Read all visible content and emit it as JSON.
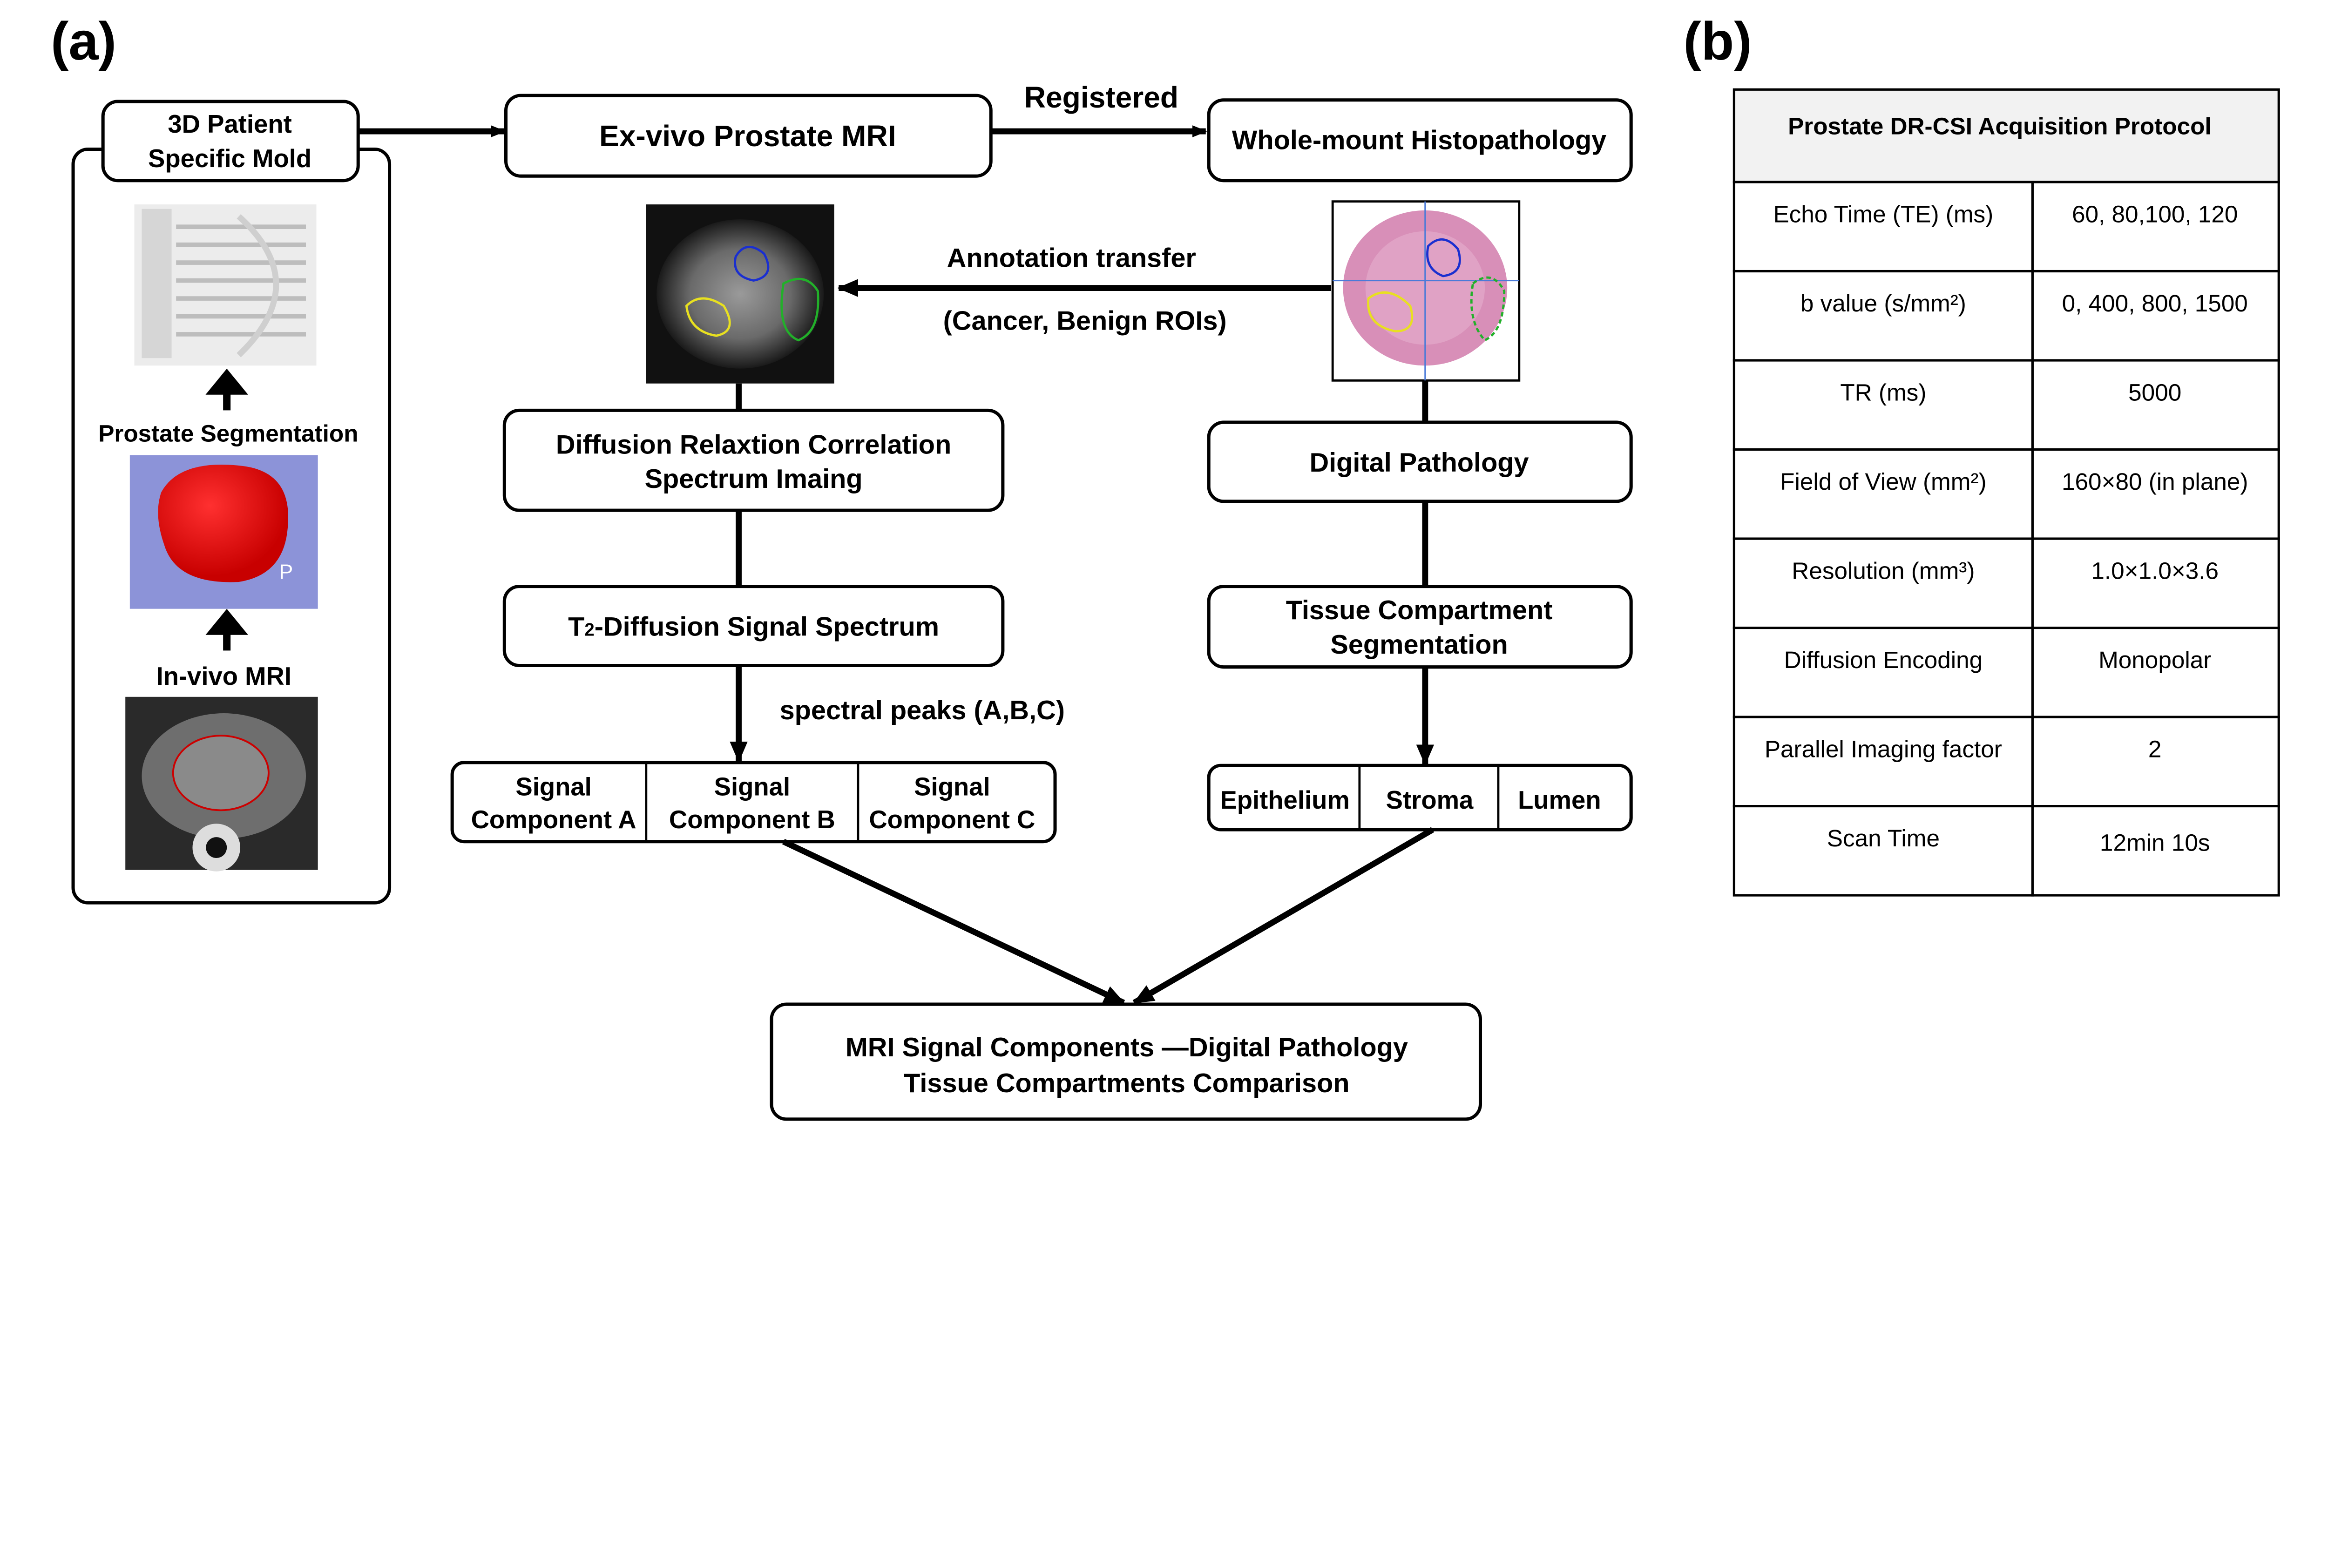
{
  "panel_a": {
    "label": "(a)",
    "mold": [
      "3D Patient",
      "Specific Mold"
    ],
    "prostate_segmentation": "Prostate Segmentation",
    "segmentation_marker": "P",
    "invivo_mri": "In-vivo MRI",
    "exvivo_mri": "Ex-vivo Prostate MRI",
    "registered": "Registered",
    "whole_mount": "Whole-mount Histopathology",
    "annotation_transfer": "Annotation transfer",
    "annotation_rois": "(Cancer, Benign ROIs)",
    "drcsi": [
      "Diffusion Relaxtion Correlation",
      "Spectrum Imaing"
    ],
    "t2_spectrum": {
      "t": "T",
      "sub": "2",
      "rest": "-Diffusion Signal Spectrum"
    },
    "spectral_peaks": "spectral peaks (A,B,C)",
    "signal_components": [
      [
        "Signal",
        "Component A"
      ],
      [
        "Signal",
        "Component B"
      ],
      [
        "Signal",
        "Component C"
      ]
    ],
    "digital_pathology": "Digital Pathology",
    "tissue_segmentation": [
      "Tissue Compartment",
      "Segmentation"
    ],
    "compartments": [
      "Epithelium",
      "Stroma",
      "Lumen"
    ],
    "comparison": [
      "MRI Signal Components  —Digital Pathology",
      "Tissue Compartments Comparison"
    ],
    "roi_colors": {
      "cancer": "#1a2fd0",
      "benign_yellow": "#e8e020",
      "benign_green": "#22b02a"
    },
    "segmentation_color": "#ff0000",
    "segmentation_bg": "#8c93d8"
  },
  "panel_b": {
    "label": "(b)",
    "title": "Prostate DR-CSI Acquisition Protocol",
    "rows": [
      {
        "param": "Echo Time (TE)  (ms)",
        "value": "60, 80,100, 120"
      },
      {
        "param": "b value (s/mm²)",
        "value": "0, 400, 800, 1500"
      },
      {
        "param": "TR (ms)",
        "value": "5000"
      },
      {
        "param": "Field of View (mm²)",
        "value": "160×80 (in plane)"
      },
      {
        "param": "Resolution (mm³)",
        "value": "1.0×1.0×3.6"
      },
      {
        "param": "Diffusion Encoding",
        "value": "Monopolar"
      },
      {
        "param": "Parallel Imaging factor",
        "value": "2"
      },
      {
        "param": "Scan Time",
        "value": "12min 10s"
      }
    ],
    "header_fill": "#f2f2f2"
  }
}
